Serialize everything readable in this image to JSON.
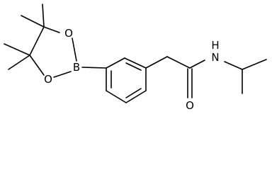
{
  "molecule": {
    "atom_labels": {
      "oxygen_top": "O",
      "oxygen_bottom": "O",
      "boron": "B",
      "nitrogen": "N",
      "hydrogen": "H",
      "oxygen_carbonyl": "O"
    },
    "colors": {
      "line": "#000000",
      "background": "#ffffff"
    }
  }
}
